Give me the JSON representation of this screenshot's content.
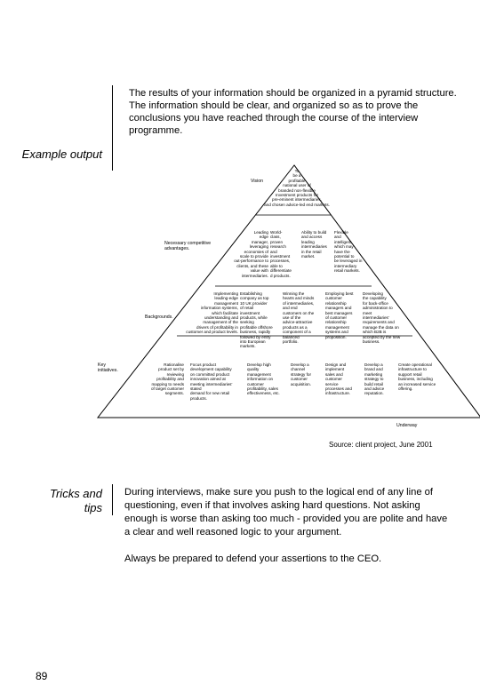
{
  "intro": "The results of your information should be organized in a pyramid structure. The information should be clear, and organized so as to prove the conclusions you have reached through the course of the interview programme.",
  "example_label": "Example output",
  "pyramid": {
    "vision_label": "Vision",
    "vision_text": "To\nbe a\nprofitable\nnational user of\nbranded non-flexible\nInvestment products for\npre-eminent intermediaries,\nand chosen advice-led end markets.",
    "advantages_label": "Necessary competitive\nadvantages.",
    "advantages": [
      "Leading\nedge\nmanager,\nleveraging\neconomies of\nscale to provide\nout-performance to\nclients, and these\nvalue with intermediaries.",
      "World-\nclass,\nproven\nresearch\nand\ninvestment\nprocesses,\nable to\ndifferentiate\nd products.",
      "Ability to build\nand access\nleading\nintermediaries\nin the retail\nmarket.",
      "Flexible\nand\nintelligent\nwhich may\nhave the\npotential to\nbe leveraged in\nintermediary\nretail markets."
    ],
    "backgrounds_label": "Backgrounds.",
    "backgrounds": [
      "Implementing\nleading-edge\nmanagement\ninformation systems,\nwhich facilitate\nunderstanding and\nmanagement of the\ndrivers of profitability in\ncustomer and product levels.",
      "Establishing\ncompany as top\n10 UK provider\nof retail\ninvestment\nproducts, while\nseeking\nprofitable offshore\nbusiness, rapidly\nfollowed by entry\ninto European\nmarkets.",
      "Winning the\nhearts and minds\nof intermediaries,\nand end\ncustomers on the\nuse of the\nadvice-attractive\nproducts as a\ncomponent of a\nbalanced\nportfolio.",
      "Employing best\ncustomer\nrelationship\nmanagers and\nbest managers\nof customer\nrelationship\nmanagement\nsystems and\nproposition.",
      "Developing\nthe capability\nfor back-office\nadministration to\nmeet\nintermediaries'\nrequirements and\nmanage the data on\nwhich B2B is\naccepted by the new\nbusiness."
    ],
    "initiatives_label": "Key\ninitiatives.",
    "initiatives": [
      "Rationalise\nproduct set by\nreviewing\nprofitability and\nmapping to needs\nof target customer\nsegments.",
      "Focus product\ndevelopment capability\non committed product\ninnovation aimed at\nmeeting intermediaries' stated\ndemand for new retail\nproducts.",
      "Develop high\nquality\nmanagement\ninformation on\ncustomer\nprofitability, sales\neffectiveness, etc.",
      "Develop a\nchannel\nstrategy for\ncustomer\nacquisition.",
      "Design and\nimplement\nsales and\ncustomer\nservice\nprocesses and\ninfrastructure.",
      "Develop a\nbrand and\nmarketing\nstrategy to\nbuild retail\nand advice\nreputation.",
      "Create operational\ninfrastructure to\nsupport retail\nbusiness, including\nan increased service\noffering."
    ],
    "underway_label": "Underway"
  },
  "source": "Source: client project, June 2001",
  "tricks_label": "Tricks and tips",
  "tip1": "During interviews, make sure you push to the logical end of any line of questioning, even if that involves asking hard questions. Not asking enough is worse than asking too much - provided you are polite and have a clear and well reasoned logic to your argument.",
  "tip2": "Always be prepared to defend your assertions to the CEO.",
  "page_number": "89"
}
